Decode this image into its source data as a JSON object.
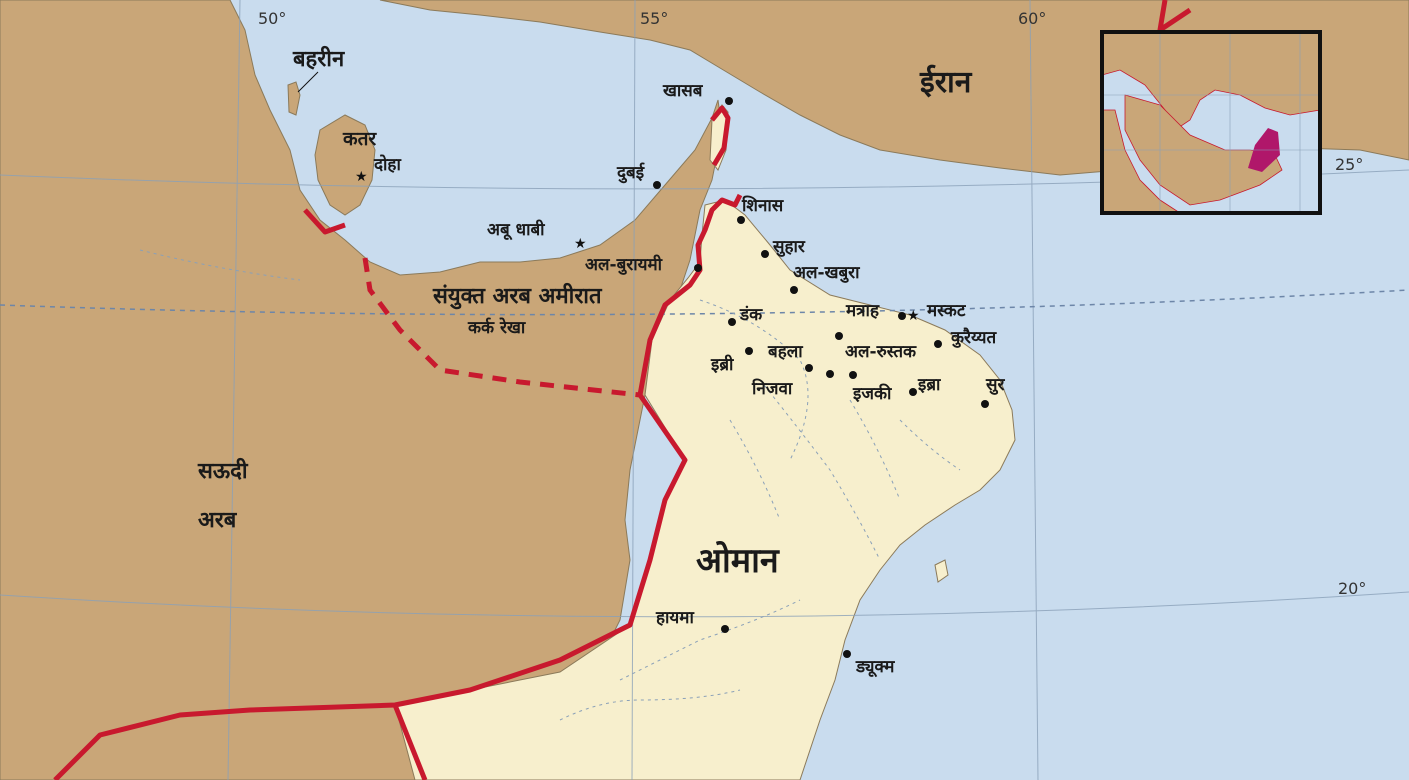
{
  "map": {
    "countries": {
      "oman": "ओमान",
      "iran": "ईरान",
      "saudi_line1": "सऊदी",
      "saudi_line2": "अरब",
      "bahrain": "बहरीन",
      "qatar": "कतर",
      "uae": "संयुक्त अरब अमीरात"
    },
    "lines": {
      "tropic": "कर्क रेखा"
    },
    "graticule": {
      "lon_50": "50°",
      "lon_55": "55°",
      "lon_60": "60°",
      "lat_25": "25°",
      "lat_20": "20°"
    },
    "cities": {
      "doha": "दोहा",
      "dubai": "दुबई",
      "abu_dhabi": "अबू धाबी",
      "al_buraimi": "अल-बुरायमी",
      "khasab": "खासब",
      "shinas": "शिनास",
      "suhar": "सुहार",
      "al_khaburah": "अल-खबुरा",
      "muttrah": "मत्राह",
      "muscat": "मस्कट",
      "quryat": "कुरैय्यत",
      "ibri": "इब्री",
      "bahla": "बहला",
      "al_rustaq": "अल-रुस्तक",
      "nizwa": "निजवा",
      "izki": "इजकी",
      "ibra": "इब्रा",
      "sur": "सुर",
      "ibri_alt": "डंक",
      "haima": "हायमा",
      "duqm": "ड्यूक्म"
    },
    "colors": {
      "sea": "#c9dcee",
      "land_other": "#c9a678",
      "land_oman": "#f7efcd",
      "border": "#c8192e",
      "inset_oman": "#b0176a"
    }
  }
}
